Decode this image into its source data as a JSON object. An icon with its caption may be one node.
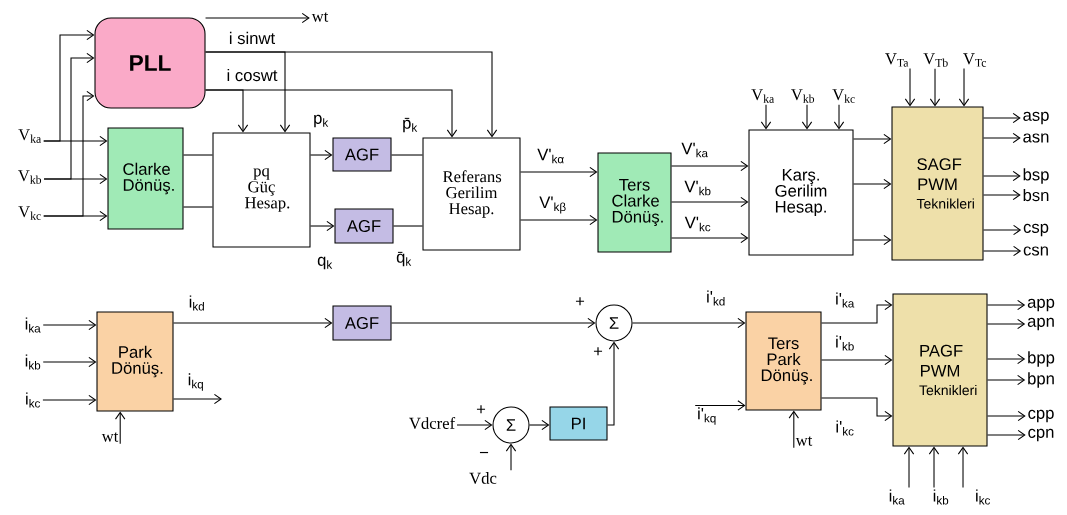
{
  "diagram": {
    "nodes": [
      {
        "text": [
          "PLL"
        ]
      },
      {
        "text": [
          "Clarke Dönüş."
        ]
      },
      {
        "text": [
          "pq Güç Hesap."
        ]
      },
      {
        "text": [
          "AGF"
        ]
      },
      {
        "text": [
          "AGF"
        ]
      },
      {
        "text": [
          "Referans Gerilim Hesap."
        ]
      },
      {
        "text": [
          "Ters Clarke Dönüş."
        ]
      },
      {
        "text": [
          "Karş. Gerilim Hesap."
        ]
      },
      {
        "text": [
          "SAGF PWM",
          "Teknikleri"
        ]
      },
      {
        "text": [
          "Park Dönüş."
        ]
      },
      {
        "text": [
          "AGF"
        ]
      },
      {
        "text": [
          "Σ"
        ]
      },
      {
        "text": [
          "Ters Park Dönüş."
        ]
      },
      {
        "text": [
          "PAGF PWM",
          "Teknikleri"
        ]
      },
      {
        "text": [
          "Σ"
        ]
      },
      {
        "text": [
          "PI"
        ]
      },
      {
        "text": [
          "wt"
        ]
      },
      {
        "text": [
          "V$_{ka}$"
        ]
      },
      {
        "text": [
          "V$_{kb}$"
        ]
      },
      {
        "text": [
          "V$_{kc}$"
        ]
      },
      {
        "text": [
          "V$_{ka}$"
        ]
      },
      {
        "text": [
          "V$_{kb}$"
        ]
      },
      {
        "text": [
          "V$_{kc}$"
        ]
      },
      {
        "text": [
          "V$_{Ta}$"
        ]
      },
      {
        "text": [
          "V$_{Tb}$"
        ]
      },
      {
        "text": [
          "V$_{Tc}$"
        ]
      },
      {
        "text": [
          "asp"
        ]
      },
      {
        "text": [
          "asn"
        ]
      },
      {
        "text": [
          "bsp"
        ]
      },
      {
        "text": [
          "bsn"
        ]
      },
      {
        "text": [
          "csp"
        ]
      },
      {
        "text": [
          "csn"
        ]
      },
      {
        "text": [
          "i$_{ka}$"
        ]
      },
      {
        "text": [
          "i$_{kb}$"
        ]
      },
      {
        "text": [
          "i$_{kc}$"
        ]
      },
      {
        "text": [
          "wt"
        ]
      },
      {
        "text": [
          "Vdcref"
        ]
      },
      {
        "text": [
          "Vdc"
        ]
      },
      {
        "text": [
          "i'$_{kq}$"
        ]
      },
      {
        "text": [
          "wt"
        ]
      },
      {
        "text": [
          "app"
        ]
      },
      {
        "text": [
          "apn"
        ]
      },
      {
        "text": [
          "bpp"
        ]
      },
      {
        "text": [
          "bpn"
        ]
      },
      {
        "text": [
          "cpp"
        ]
      },
      {
        "text": [
          "cpn"
        ]
      },
      {
        "text": [
          "i$_{ka}$"
        ]
      },
      {
        "text": [
          "i$_{kb}$"
        ]
      },
      {
        "text": [
          "i$_{kc}$"
        ]
      }
    ],
    "edges": [
      {
        "from": 0,
        "to": 16,
        "arrow": "to"
      },
      {
        "from": 0,
        "to": 2,
        "arrow": "to",
        "label": "i sinwt"
      },
      {
        "from": 0,
        "to": 5,
        "arrow": "to"
      },
      {
        "from": 0,
        "to": 2,
        "arrow": "to",
        "label": "i coswt"
      },
      {
        "from": 0,
        "to": 5,
        "arrow": "to"
      },
      {
        "from": 17,
        "to": 0,
        "arrow": "to"
      },
      {
        "from": 17,
        "to": 1,
        "arrow": "to"
      },
      {
        "from": 18,
        "to": 0,
        "arrow": "to"
      },
      {
        "from": 18,
        "to": 1,
        "arrow": "to"
      },
      {
        "from": 19,
        "to": 0,
        "arrow": "to"
      },
      {
        "from": 19,
        "to": 1,
        "arrow": "to"
      },
      {
        "from": 1,
        "to": 2,
        "arrow": "none"
      },
      {
        "from": 1,
        "to": 2,
        "arrow": "none"
      },
      {
        "from": 2,
        "to": 3,
        "arrow": "to",
        "label": "p$_{k}$"
      },
      {
        "from": 2,
        "to": 4,
        "arrow": "to",
        "label": "q$_{k}$"
      },
      {
        "from": 3,
        "to": 5,
        "arrow": "none",
        "label": "p̄$_{k}$"
      },
      {
        "from": 4,
        "to": 5,
        "arrow": "none",
        "label": "q̄$_{k}$"
      },
      {
        "from": 5,
        "to": 6,
        "arrow": "to",
        "label": "V'$_{kα}$"
      },
      {
        "from": 5,
        "to": 6,
        "arrow": "to",
        "label": "V'$_{kβ}$"
      },
      {
        "from": 6,
        "to": 7,
        "arrow": "to",
        "label": "V'$_{ka}$"
      },
      {
        "from": 6,
        "to": 7,
        "arrow": "to",
        "label": "V'$_{kb}$"
      },
      {
        "from": 6,
        "to": 7,
        "arrow": "to",
        "label": "V'$_{kc}$"
      },
      {
        "from": 7,
        "to": 8,
        "arrow": "to"
      },
      {
        "from": 7,
        "to": 8,
        "arrow": "to"
      },
      {
        "from": 7,
        "to": 8,
        "arrow": "to"
      },
      {
        "from": 20,
        "to": 7,
        "arrow": "to"
      },
      {
        "from": 21,
        "to": 7,
        "arrow": "to"
      },
      {
        "from": 22,
        "to": 7,
        "arrow": "to"
      },
      {
        "from": 23,
        "to": 8,
        "arrow": "to"
      },
      {
        "from": 24,
        "to": 8,
        "arrow": "to"
      },
      {
        "from": 25,
        "to": 8,
        "arrow": "to"
      },
      {
        "from": 8,
        "to": 26,
        "arrow": "to"
      },
      {
        "from": 8,
        "to": 27,
        "arrow": "to"
      },
      {
        "from": 8,
        "to": 28,
        "arrow": "to"
      },
      {
        "from": 8,
        "to": 29,
        "arrow": "to"
      },
      {
        "from": 8,
        "to": 30,
        "arrow": "to"
      },
      {
        "from": 8,
        "to": 31,
        "arrow": "to"
      },
      {
        "from": 32,
        "to": 9,
        "arrow": "to"
      },
      {
        "from": 33,
        "to": 9,
        "arrow": "to"
      },
      {
        "from": 34,
        "to": 9,
        "arrow": "to"
      },
      {
        "from": 35,
        "to": 9,
        "arrow": "to"
      },
      {
        "from": 9,
        "to": 10,
        "arrow": "to",
        "label": "i$_{kd}$"
      },
      {
        "from": 9,
        "to": null,
        "arrow": "to",
        "label": "i$_{kq}$"
      },
      {
        "from": 10,
        "to": 11,
        "arrow": "to"
      },
      {
        "from": 11,
        "to": 12,
        "arrow": "to",
        "label": "i'$_{kd}$"
      },
      {
        "from": 36,
        "to": 14,
        "arrow": "to"
      },
      {
        "from": 37,
        "to": 14,
        "arrow": "to"
      },
      {
        "from": 14,
        "to": 15,
        "arrow": "to"
      },
      {
        "from": 15,
        "to": 11,
        "arrow": "to"
      },
      {
        "from": 38,
        "to": 12,
        "arrow": "to"
      },
      {
        "from": 39,
        "to": 12,
        "arrow": "to"
      },
      {
        "from": 12,
        "to": 13,
        "arrow": "to",
        "label": "i'$_{ka}$"
      },
      {
        "from": 12,
        "to": 13,
        "arrow": "to",
        "label": "i'$_{kb}$"
      },
      {
        "from": 12,
        "to": 13,
        "arrow": "to",
        "label": "i'$_{kc}$"
      },
      {
        "from": 13,
        "to": 40,
        "arrow": "to"
      },
      {
        "from": 13,
        "to": 41,
        "arrow": "to"
      },
      {
        "from": 13,
        "to": 42,
        "arrow": "to"
      },
      {
        "from": 13,
        "to": 43,
        "arrow": "to"
      },
      {
        "from": 13,
        "to": 44,
        "arrow": "to"
      },
      {
        "from": 13,
        "to": 45,
        "arrow": "to"
      },
      {
        "from": 46,
        "to": 13,
        "arrow": "to"
      },
      {
        "from": 47,
        "to": 13,
        "arrow": "to"
      },
      {
        "from": 48,
        "to": 13,
        "arrow": "to"
      }
    ],
    "labels": [
      "+",
      "+",
      "+",
      "−"
    ]
  }
}
